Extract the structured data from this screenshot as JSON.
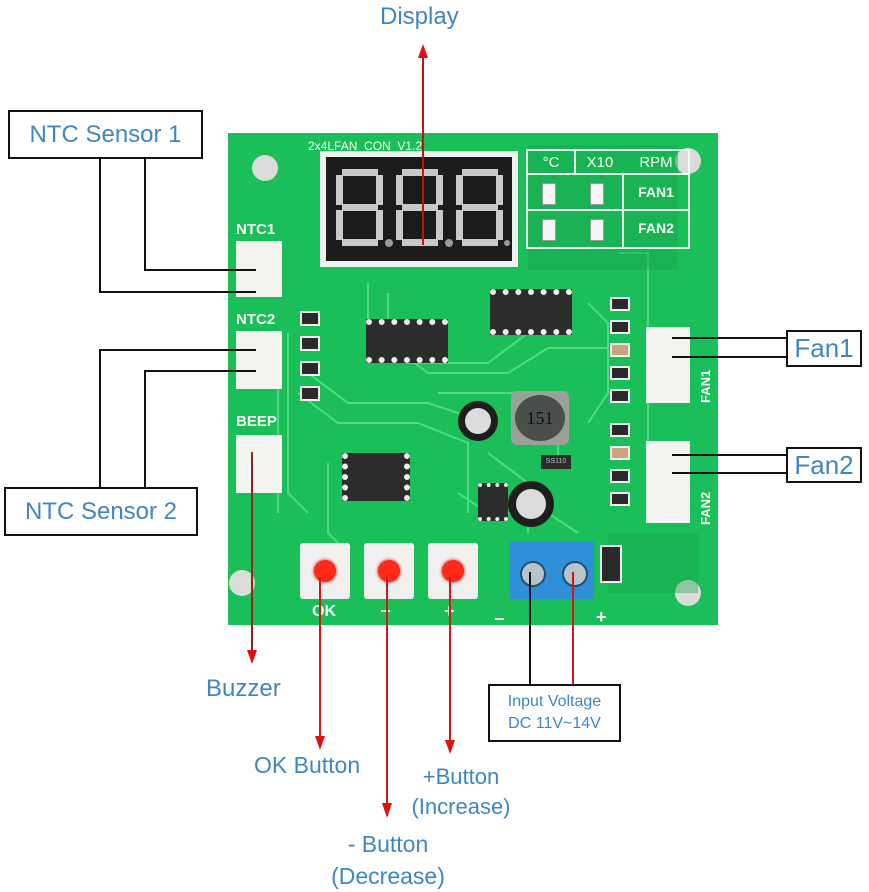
{
  "title": "2-Channel Fan Temperature Controller Board Diagram",
  "board": {
    "silkscreen_title": "2x4LFAN_CON_V1.2",
    "connector_labels": {
      "ntc1": "NTC1",
      "ntc2": "NTC2",
      "beep": "BEEP",
      "fan1": "FAN1",
      "fan2": "FAN2"
    },
    "indicator_table": {
      "headers": [
        "°C",
        "X10",
        "RPM"
      ],
      "rows": [
        "FAN1",
        "FAN2"
      ]
    },
    "button_marks": [
      "OK",
      "−",
      "+"
    ],
    "power_marks": [
      "−",
      "+"
    ],
    "inductor_marking": "151",
    "diode_marking": "SS110",
    "display_digits": "8.8.8.",
    "colors": {
      "pcb": "#1bbf5a",
      "trace": "#3fd97a",
      "terminal": "#2f8fd8",
      "button": "#ff2a1a"
    }
  },
  "annotations": {
    "display": "Display",
    "ntc_sensor_1": "NTC Sensor 1",
    "ntc_sensor_2": "NTC Sensor 2",
    "fan1": "Fan1",
    "fan2": "Fan2",
    "buzzer": "Buzzer",
    "ok_button": "OK Button",
    "minus_button_line1": "- Button",
    "minus_button_line2": "(Decrease)",
    "plus_button_line1": "+Button",
    "plus_button_line2": "(Increase)",
    "input_voltage_line1": "Input Voltage",
    "input_voltage_line2": "DC 11V~14V"
  },
  "colors": {
    "label_text": "#3f86c4",
    "arrow": "#e01010",
    "leader_line": "#111111"
  }
}
